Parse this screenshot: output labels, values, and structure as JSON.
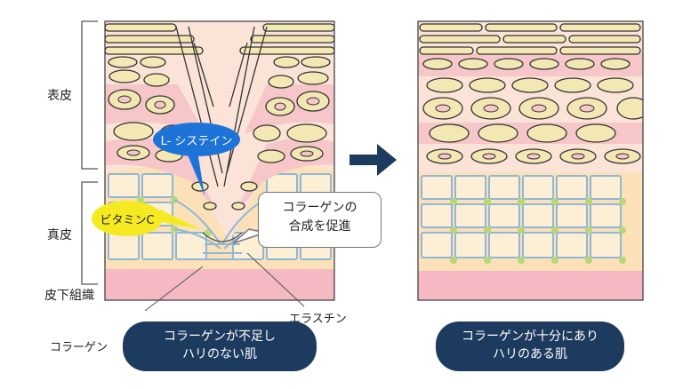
{
  "labels": {
    "epidermis": "表皮",
    "dermis": "真皮",
    "subcutaneous": "皮下組織",
    "collagen": "コラーゲン",
    "elastin": "エラスチン"
  },
  "bubbles": {
    "l_cysteine": "L- システイン",
    "vitamin_c": "ビタミンC",
    "promote_line1": "コラーゲンの",
    "promote_line2": "合成を促進"
  },
  "captions": {
    "left_line1": "コラーゲンが不足し",
    "left_line2": "ハリのない肌",
    "right_line1": "コラーゲンが十分にあり",
    "right_line2": "ハリのある肌"
  },
  "colors": {
    "navy": "#1d3a5f",
    "blue": "#1e73d8",
    "yellow": "#f5ea22",
    "skin_pink": "#f6c6c8",
    "dermis_peach": "#fbe0b8",
    "fiber_blue": "#8fb8d8",
    "node_green": "#b8d877"
  },
  "icons": [
    "arrow-right-icon"
  ]
}
